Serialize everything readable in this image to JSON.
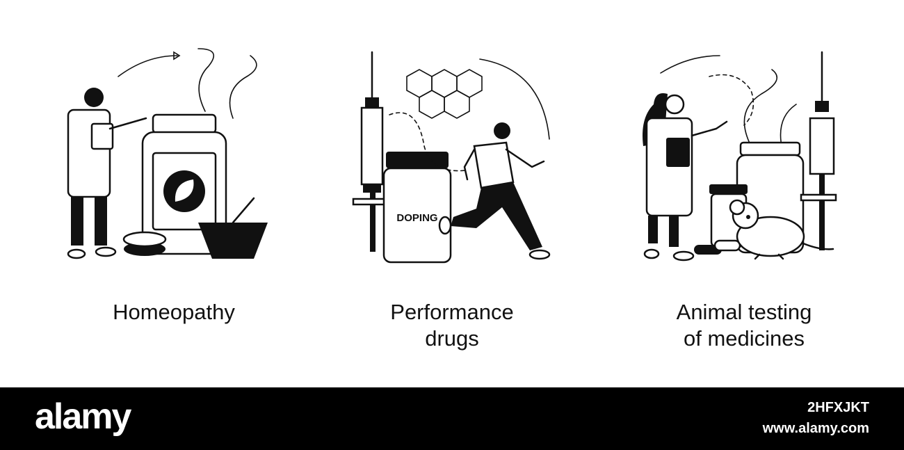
{
  "panels": [
    {
      "caption_lines": [
        "Homeopathy"
      ],
      "illustration": "homeopath-with-remedy-jar-icon"
    },
    {
      "caption_lines": [
        "Performance",
        "drugs"
      ],
      "label": "DOPING",
      "illustration": "runner-with-doping-vial-icon"
    },
    {
      "caption_lines": [
        "Animal testing",
        "of medicines"
      ],
      "illustration": "scientist-with-lab-rat-icon"
    }
  ],
  "footer": {
    "brand": "alamy",
    "image_id": "2HFXJKT",
    "site": "www.alamy.com"
  }
}
